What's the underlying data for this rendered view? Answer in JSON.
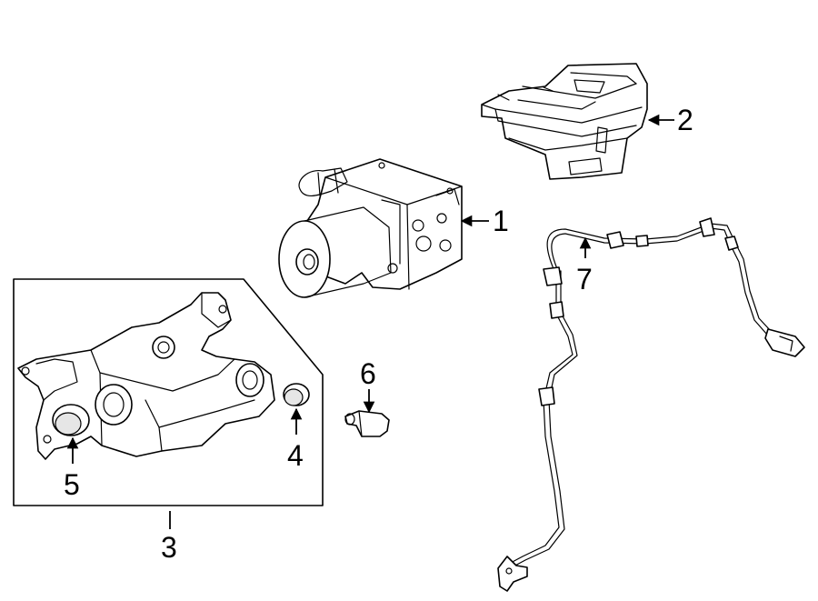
{
  "diagram": {
    "callouts": [
      {
        "id": "1",
        "label": "1"
      },
      {
        "id": "2",
        "label": "2"
      },
      {
        "id": "3",
        "label": "3"
      },
      {
        "id": "4",
        "label": "4"
      },
      {
        "id": "5",
        "label": "5"
      },
      {
        "id": "6",
        "label": "6"
      },
      {
        "id": "7",
        "label": "7"
      }
    ],
    "colors": {
      "line": "#000000",
      "background": "#ffffff"
    }
  }
}
